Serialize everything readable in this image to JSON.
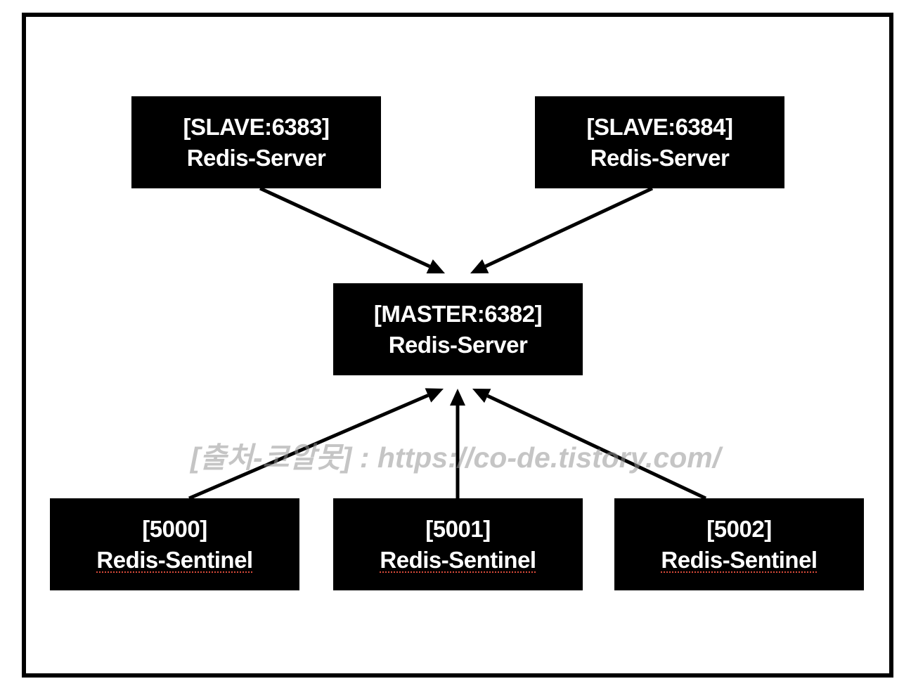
{
  "nodes": {
    "slave1": {
      "line1": "[SLAVE:6383]",
      "line2": "Redis-Server"
    },
    "slave2": {
      "line1": "[SLAVE:6384]",
      "line2": "Redis-Server"
    },
    "master": {
      "line1": "[MASTER:6382]",
      "line2": "Redis-Server"
    },
    "sentinel1": {
      "line1": "[5000]",
      "line2": "Redis-Sentinel"
    },
    "sentinel2": {
      "line1": "[5001]",
      "line2": "Redis-Sentinel"
    },
    "sentinel3": {
      "line1": "[5002]",
      "line2": "Redis-Sentinel"
    }
  },
  "edges": [
    {
      "from": "slave1",
      "to": "master"
    },
    {
      "from": "slave2",
      "to": "master"
    },
    {
      "from": "sentinel1",
      "to": "master"
    },
    {
      "from": "sentinel2",
      "to": "master"
    },
    {
      "from": "sentinel3",
      "to": "master"
    }
  ],
  "watermark": "[출처-코알못] : https://co-de.tistory.com/",
  "colors": {
    "node_fill": "#000000",
    "node_text": "#ffffff",
    "arrow": "#000000",
    "watermark": "#969696"
  }
}
